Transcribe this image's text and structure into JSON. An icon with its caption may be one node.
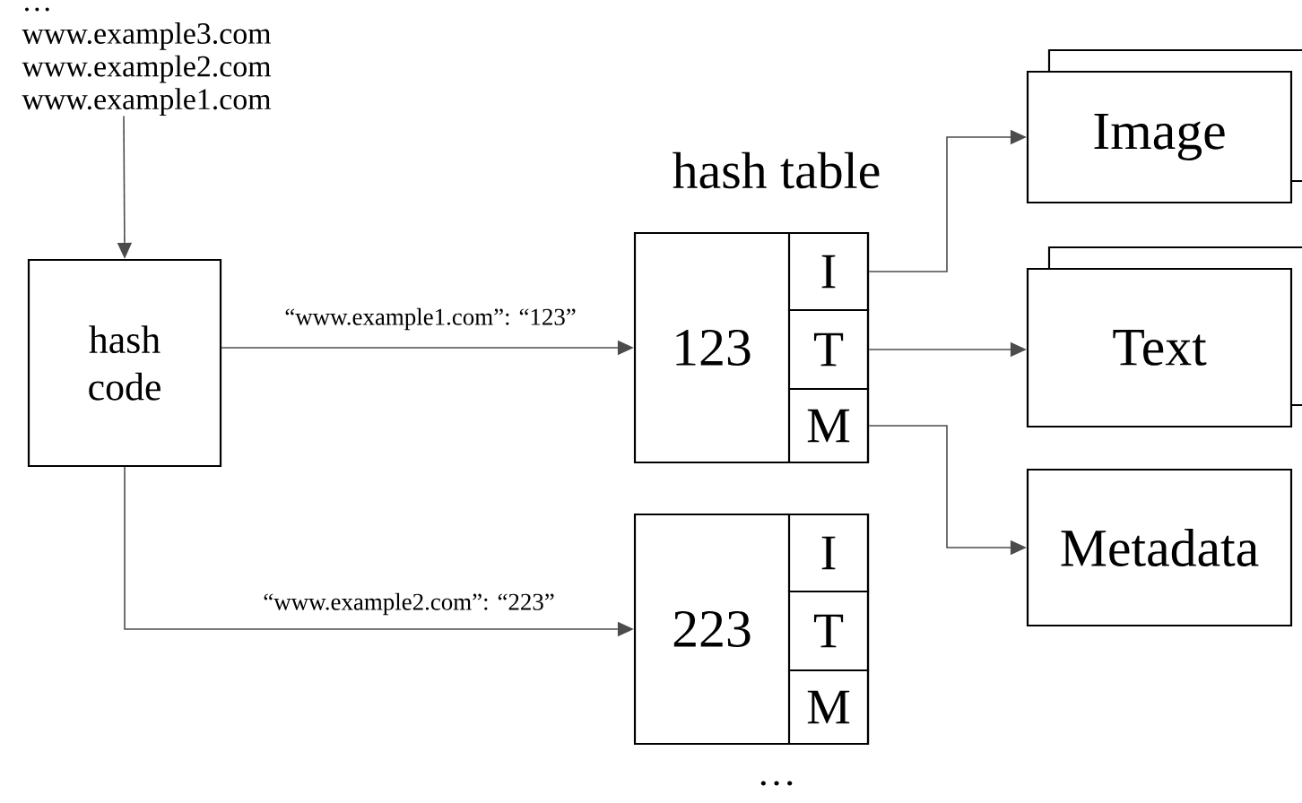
{
  "diagram": {
    "nodes": [
      {
        "text": [
          "…",
          "www.example3.com",
          "www.example2.com",
          "www.example1.com"
        ]
      },
      {
        "text": [
          "hash code"
        ]
      },
      {
        "text": [
          "123"
        ]
      },
      {
        "text": [
          "I"
        ],
        "in": 2
      },
      {
        "text": [
          "T"
        ],
        "in": 2
      },
      {
        "text": [
          "M"
        ],
        "in": 2
      },
      {
        "text": [
          "223"
        ]
      },
      {
        "text": [
          "I"
        ],
        "in": 6
      },
      {
        "text": [
          "T"
        ],
        "in": 6
      },
      {
        "text": [
          "M"
        ],
        "in": 6
      },
      {
        "text": [
          "Image"
        ]
      },
      {
        "text": [
          "Text"
        ]
      },
      {
        "text": [
          "Metadata"
        ]
      }
    ],
    "edges": [
      {
        "from": 0,
        "to": 1,
        "arrow": "to"
      },
      {
        "from": 1,
        "to": 2,
        "arrow": "to",
        "label": "“www.example1.com”: “123”"
      },
      {
        "from": 1,
        "to": 6,
        "arrow": "to",
        "label": "“www.example2.com”: “223”"
      },
      {
        "from": 3,
        "to": 10,
        "arrow": "to"
      },
      {
        "from": 4,
        "to": 11,
        "arrow": "to"
      },
      {
        "from": 5,
        "to": 12,
        "arrow": "to"
      }
    ],
    "labels": [
      "hash table",
      "…"
    ]
  }
}
